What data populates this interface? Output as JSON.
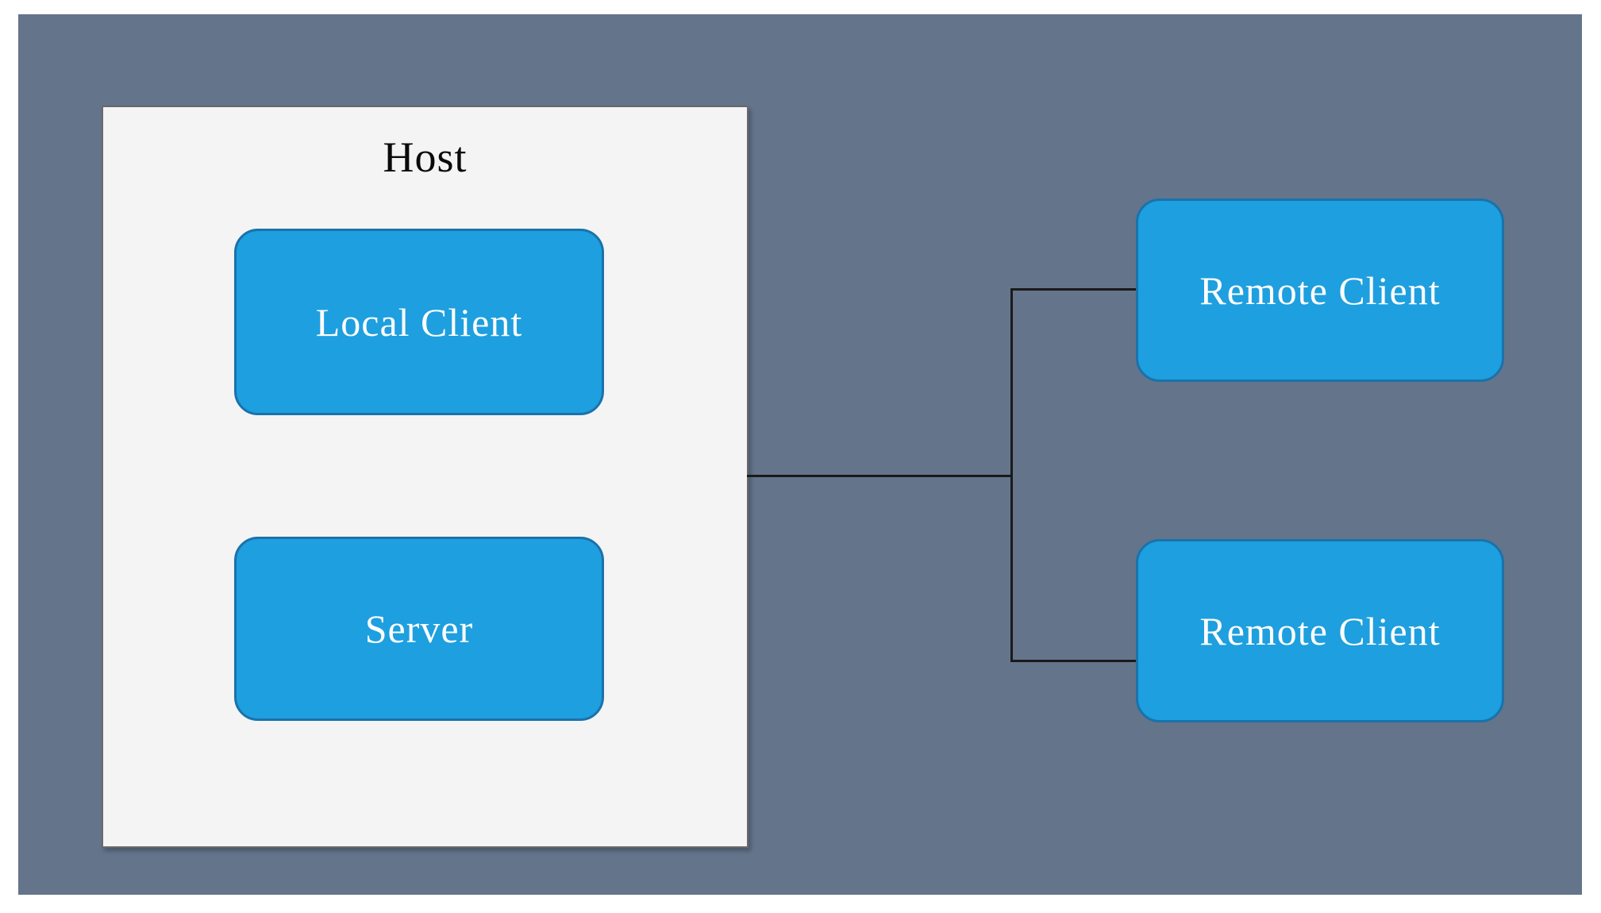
{
  "diagram": {
    "type": "network-architecture-diagram",
    "colors": {
      "page_background": "#ffffff",
      "panel_background": "#64748b",
      "node_fill": "#1e9fdf",
      "node_border": "#1a72ab",
      "node_text": "#fdfdfd",
      "host_fill": "#f4f4f4",
      "host_border": "#696969",
      "host_title_color": "#0a0a0a",
      "connector_color": "#1a1a1a"
    },
    "host_group": {
      "title": "Host"
    },
    "nodes": {
      "local_client": {
        "label": "Local Client",
        "parent": "Host"
      },
      "server": {
        "label": "Server",
        "parent": "Host"
      },
      "remote_client_1": {
        "label": "Remote Client"
      },
      "remote_client_2": {
        "label": "Remote Client"
      }
    },
    "connections": [
      {
        "from": "Host",
        "to": "remote_client_1",
        "style": "elbow"
      },
      {
        "from": "Host",
        "to": "remote_client_2",
        "style": "elbow"
      }
    ]
  }
}
